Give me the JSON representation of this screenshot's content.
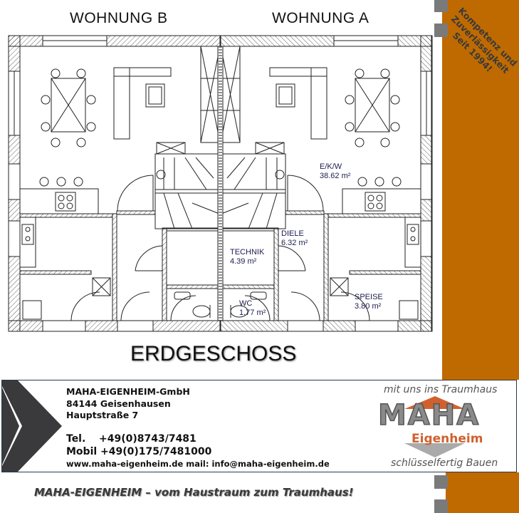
{
  "plan": {
    "unit_b_title": "WOHNUNG B",
    "unit_a_title": "WOHNUNG A",
    "floor_title": "ERDGESCHOSS",
    "rooms": [
      {
        "name": "E/K/W",
        "area": "38.62 m²"
      },
      {
        "name": "DIELE",
        "area": "6.32 m²"
      },
      {
        "name": "TECHNIK",
        "area": "4.39 m²"
      },
      {
        "name": "WC",
        "area": "1.77 m²"
      },
      {
        "name": "SPEISE",
        "area": "3.80 m²"
      }
    ]
  },
  "side_banner": {
    "slogan_lines": [
      "Kompetenz und",
      "Zuverlässigkeit",
      "Seit 1994!"
    ]
  },
  "contact": {
    "company": "MAHA-EIGENHEIM-GmbH",
    "city": "84144 Geisenhausen",
    "street": "Hauptstraße 7",
    "tel_label": "Tel.",
    "tel": "+49(0)8743/7481",
    "mobile_label": "Mobil",
    "mobile": "+49(0)175/7481000",
    "web_mail": "www.maha-eigenheim.de mail: info@maha-eigenheim.de"
  },
  "logo": {
    "top_text": "mit uns ins Traumhaus",
    "brand": "MAHA",
    "sub_brand": "Eigenheim",
    "bottom_text": "schlüsselfertig Bauen"
  },
  "tagline": "MAHA-EIGENHEIM – vom Haustraum zum Traumhaus!",
  "colors": {
    "accent": "#bf6a00",
    "logo_orange": "#d0612e",
    "logo_gray": "#8a8a8a"
  }
}
